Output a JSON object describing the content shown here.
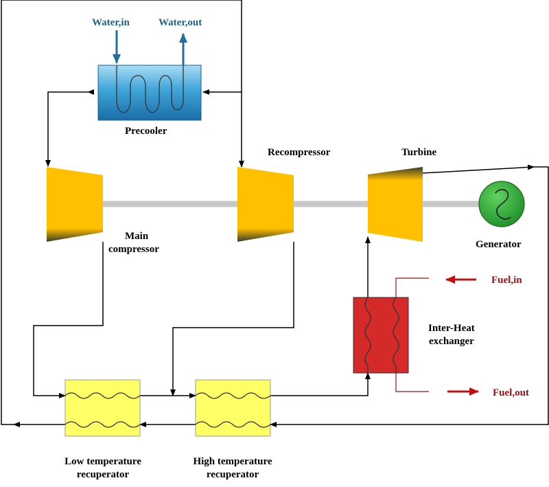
{
  "labels": {
    "water_in": "Water,in",
    "water_out": "Water,out",
    "precooler": "Precooler",
    "recompressor": "Recompressor",
    "turbine": "Turbine",
    "main_compressor_line1": "Main",
    "main_compressor_line2": "compressor",
    "generator": "Generator",
    "fuel_in": "Fuel,in",
    "fuel_out": "Fuel,out",
    "inter_heat_line1": "Inter-Heat",
    "inter_heat_line2": "exchanger",
    "ltr_line1": "Low temperature",
    "ltr_line2": "recuperator",
    "htr_line1": "High temperature",
    "htr_line2": "recuperator"
  },
  "colors": {
    "compressor": "#ffc000",
    "turbine": "#ffc000",
    "recuperator": "#ffff66",
    "precooler": "#2b8fc8",
    "heater": "#d42a2a",
    "generator": "#3cb043",
    "water": "#1f6f9b",
    "fuel": "#a01010"
  }
}
